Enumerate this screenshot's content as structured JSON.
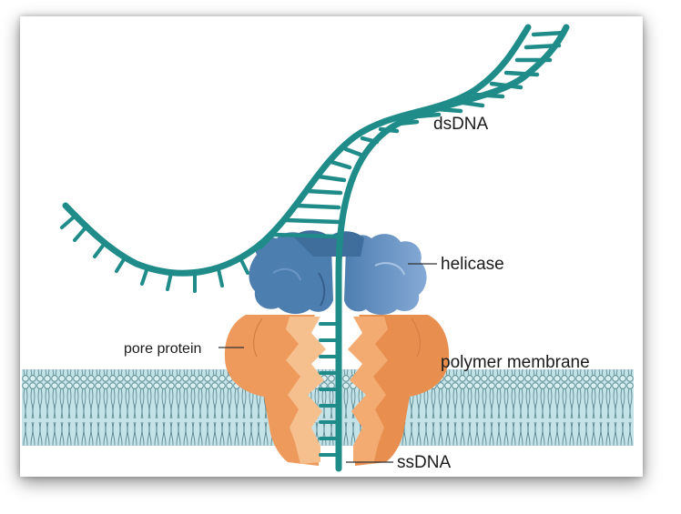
{
  "labels": {
    "dsdna": "dsDNA",
    "helicase": "helicase",
    "pore_protein": "pore protein",
    "polymer_membrane": "polymer membrane",
    "ssdna": "ssDNA"
  },
  "colors": {
    "dna": "#1f8c8a",
    "dna_dark": "#16706e",
    "helicase_dark": "#3f6d9c",
    "helicase_light": "#7fa5d0",
    "pore_main": "#ee9a5c",
    "pore_light": "#f6bf8e",
    "membrane_fill": "#c4e3e8",
    "membrane_line": "#4f7e86"
  }
}
